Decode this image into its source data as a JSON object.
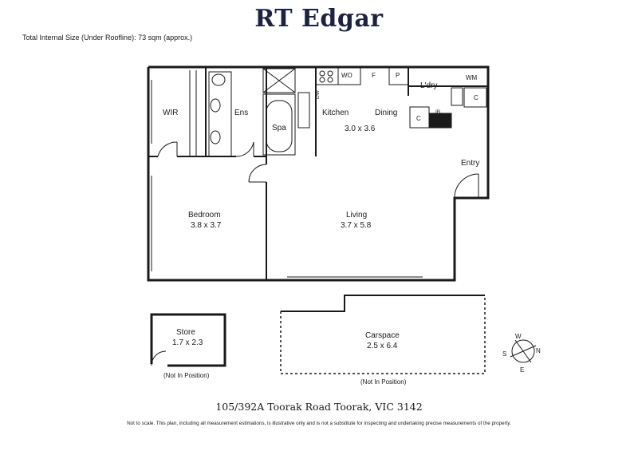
{
  "brand": "RT Edgar",
  "size_note": "Total Internal Size (Under Roofline): 73 sqm (approx.)",
  "rooms": {
    "wir": "WIR",
    "ens": "Ens",
    "spa": "Spa",
    "dw": "DW",
    "wo": "WO",
    "f": "F",
    "p": "P",
    "kitchen": "Kitchen",
    "dining": "Dining",
    "kitchen_dim": "3.0 x 3.6",
    "laundry": "L'dry",
    "wm": "WM",
    "c1": "C",
    "c2": "C",
    "ib": "IB",
    "entry": "Entry",
    "bedroom": "Bedroom",
    "bedroom_dim": "3.8 x 3.7",
    "living": "Living",
    "living_dim": "3.7 x 5.8",
    "store": "Store",
    "store_dim": "1.7 x 2.3",
    "store_note": "(Not In Position)",
    "carspace": "Carspace",
    "carspace_dim": "2.5 x 6.4",
    "carspace_note": "(Not In Position)"
  },
  "compass": {
    "w": "W",
    "s": "S",
    "n": "N",
    "e": "E"
  },
  "address": "105/392A Toorak Road Toorak, VIC 3142",
  "disclaimer": "Not to scale. This plan, including all measurement estimations, is illustrative only and is not a substitute for inspecting and undertaking precise measurements of the property.",
  "colors": {
    "brand": "#1b2340",
    "walls": "#1a1a1a"
  }
}
